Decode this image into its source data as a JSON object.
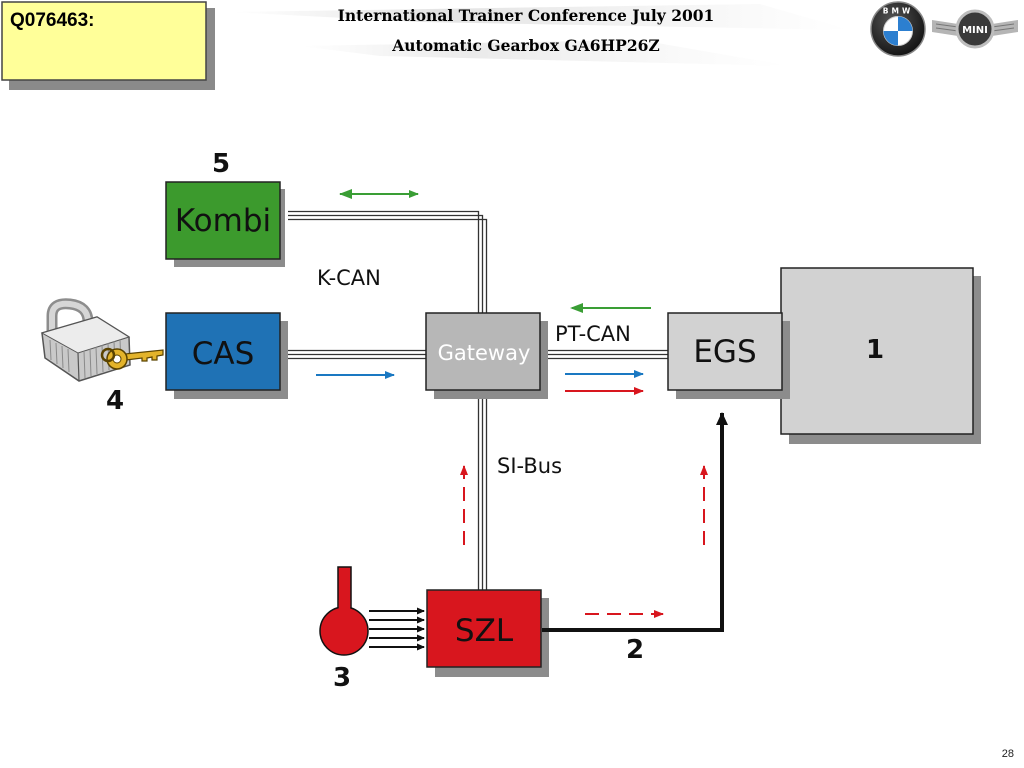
{
  "header": {
    "question_id": "Q076463:",
    "title_line1": "International Trainer Conference July 2001",
    "title_line2": "Automatic Gearbox GA6HP26Z",
    "logos": [
      "bmw-logo",
      "mini-logo"
    ],
    "logo_lettering": {
      "bmw": "B M W",
      "mini": "MINI"
    }
  },
  "diagram": {
    "modules": {
      "kombi": {
        "label": "Kombi",
        "color": "#3c9a2d"
      },
      "cas": {
        "label": "CAS",
        "color": "#1f72b5"
      },
      "gateway": {
        "label": "Gateway",
        "color": "#b7b7b7"
      },
      "egs": {
        "label": "EGS",
        "color": "#d2d2d2"
      },
      "szl": {
        "label": "SZL",
        "color": "#d8161e"
      },
      "gearbox": {
        "label": "1",
        "color": "#d2d2d2"
      }
    },
    "buses": {
      "kcan": "K-CAN",
      "ptcan": "PT-CAN",
      "sibus": "SI-Bus"
    },
    "callouts": {
      "n2": "2",
      "n3": "3",
      "n4": "4",
      "n5": "5"
    },
    "icons": [
      "padlock-icon",
      "key-icon",
      "gear-lever-icon"
    ],
    "arrow_colors": {
      "green": "#3a9e35",
      "blue": "#1a78c2",
      "red": "#d8161e",
      "black": "#111111"
    }
  },
  "footer": {
    "page_number": "28"
  }
}
